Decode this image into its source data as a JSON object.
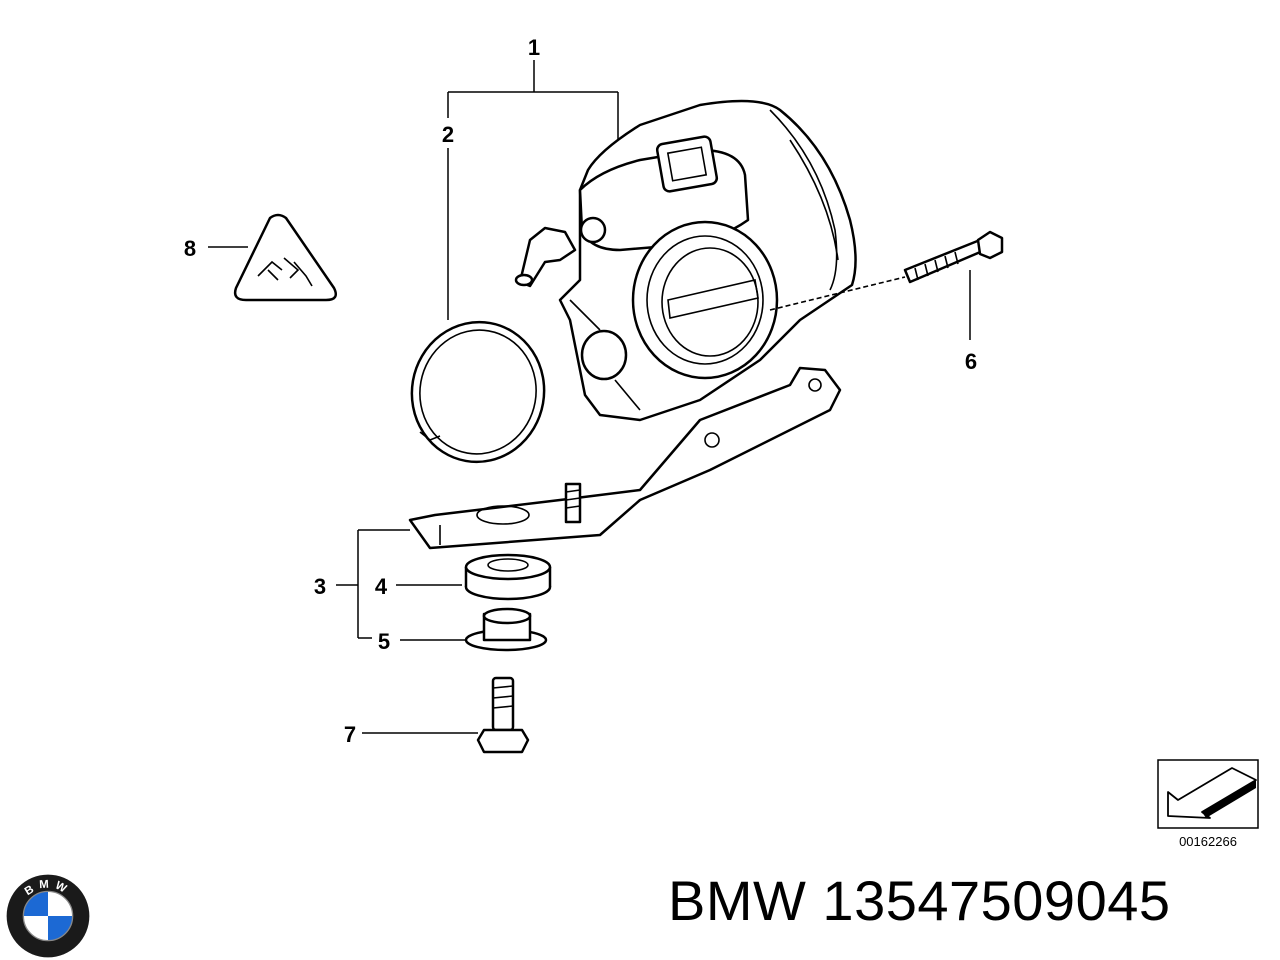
{
  "callouts": {
    "c1": "1",
    "c2": "2",
    "c3": "3",
    "c4": "4",
    "c5": "5",
    "c6": "6",
    "c7": "7",
    "c8": "8"
  },
  "diagram_ref": "00162266",
  "brand": "BMW",
  "part_number": "13547509045",
  "logo_letters": "BMW",
  "colors": {
    "logo_blue": "#1c69d4",
    "logo_ring": "#1a1a1a",
    "line": "#000000"
  }
}
